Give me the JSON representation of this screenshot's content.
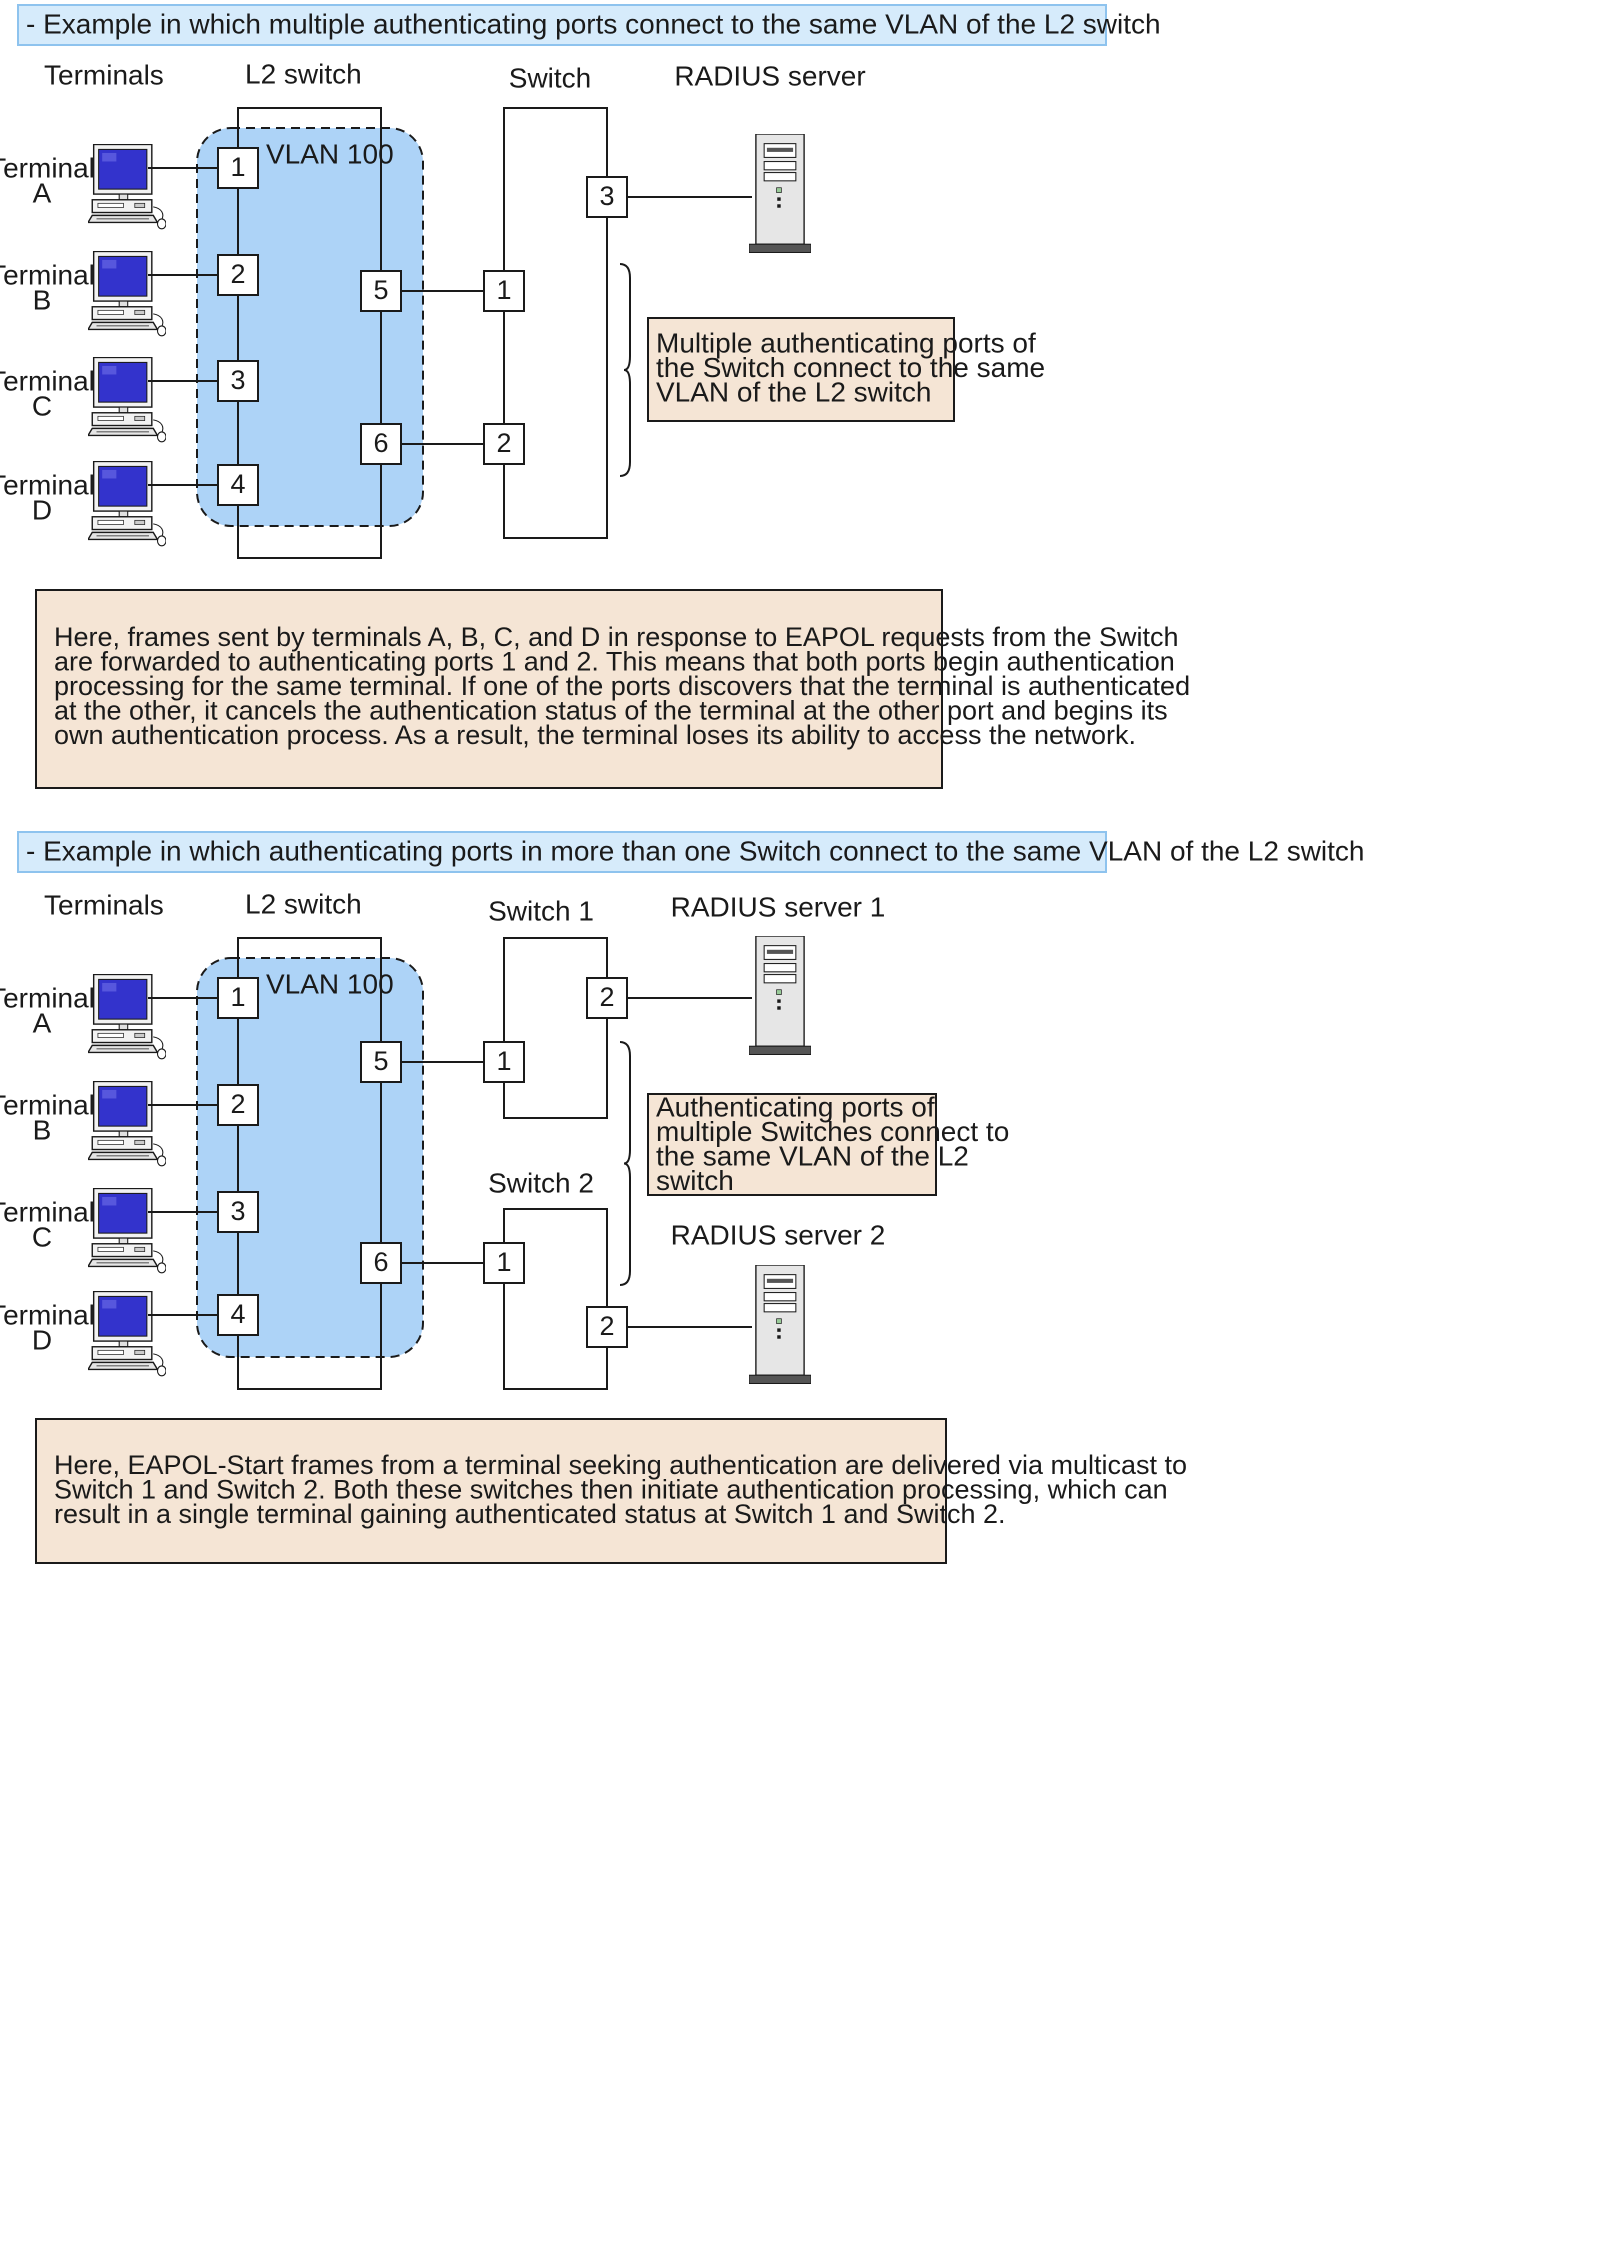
{
  "colors": {
    "banner_fill": "#d6ebfb",
    "banner_stroke": "#8ec3ee",
    "vlan_fill": "#a9d1f7",
    "note_fill": "#f5e5d5",
    "line": "#1a1a1a",
    "screen": "#3333cc",
    "server_face": "#e6e6e6",
    "server_base": "#555555"
  },
  "section1": {
    "banner": "- Example in which multiple authenticating ports connect to the same VLAN of the L2 switch",
    "terminals_label": "Terminals",
    "l2_label": "L2 switch",
    "switch_label": "Switch",
    "radius_label": "RADIUS server",
    "vlan_label": "VLAN 100",
    "terminals": [
      {
        "line1": "Terminal",
        "line2": "A",
        "port": "1"
      },
      {
        "line1": "Terminal",
        "line2": "B",
        "port": "2"
      },
      {
        "line1": "Terminal",
        "line2": "C",
        "port": "3"
      },
      {
        "line1": "Terminal",
        "line2": "D",
        "port": "4"
      }
    ],
    "l2_uplink_ports": [
      "5",
      "6"
    ],
    "switch_ports": [
      "1",
      "2",
      "3"
    ],
    "callout": [
      "Multiple authenticating ports of",
      "the Switch connect to the same",
      "VLAN of the L2 switch"
    ],
    "note": [
      "Here, frames sent by terminals A, B, C, and D in response to EAPOL requests from the Switch",
      "are forwarded to authenticating ports 1 and 2. This means that both ports begin authentication",
      "processing for the same terminal. If one of the ports discovers that the terminal is authenticated",
      "at the other, it cancels the authentication status of the terminal at the other port and begins its",
      "own authentication process. As a result, the terminal loses its ability to access the network."
    ]
  },
  "section2": {
    "banner": "- Example in which authenticating ports in more than one Switch connect to the same VLAN of the L2 switch",
    "terminals_label": "Terminals",
    "l2_label": "L2 switch",
    "vlan_label": "VLAN 100",
    "switch1_label": "Switch 1",
    "switch2_label": "Switch 2",
    "radius1_label": "RADIUS server 1",
    "radius2_label": "RADIUS server 2",
    "terminals": [
      {
        "line1": "Terminal",
        "line2": "A",
        "port": "1"
      },
      {
        "line1": "Terminal",
        "line2": "B",
        "port": "2"
      },
      {
        "line1": "Terminal",
        "line2": "C",
        "port": "3"
      },
      {
        "line1": "Terminal",
        "line2": "D",
        "port": "4"
      }
    ],
    "l2_uplink_ports": [
      "5",
      "6"
    ],
    "switch1_ports": [
      "1",
      "2"
    ],
    "switch2_ports": [
      "1",
      "2"
    ],
    "callout": [
      "Authenticating ports of",
      "multiple Switches connect to",
      "the same VLAN of the L2",
      "switch"
    ],
    "note": [
      "Here, EAPOL-Start frames from a terminal seeking authentication are delivered via multicast to",
      "Switch 1 and Switch 2. Both these switches then initiate authentication processing, which can",
      "result in a single terminal gaining authenticated status at Switch 1 and Switch 2."
    ]
  }
}
